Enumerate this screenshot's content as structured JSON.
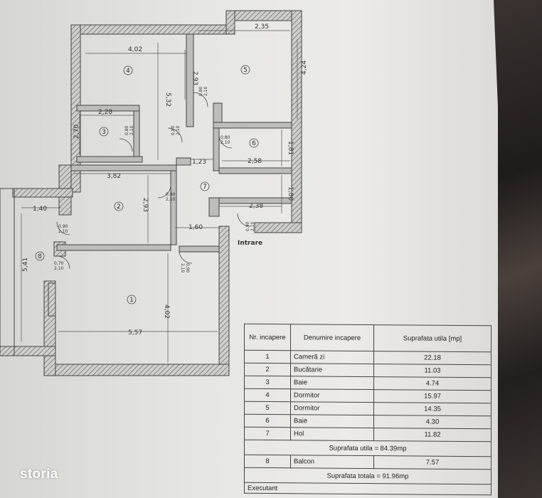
{
  "branding": {
    "watermark": "storia"
  },
  "plan": {
    "dimensions": {
      "d_2_35": "2,35",
      "d_4_02_top": "4,02",
      "d_4_24": "4,24",
      "d_2_93_top": "2,93",
      "d_5_32": "5,32",
      "d_2_28": "2,28",
      "d_2_70": "2,70",
      "d_1_23": "1,23",
      "d_2_58": "2,58",
      "d_1_81": "1,81",
      "d_3_82": "3,82",
      "d_2_93_mid": "2,93",
      "d_1_80": "1,80",
      "d_2_38": "2,38",
      "d_1_40": "1,40",
      "d_1_60": "1,60",
      "d_5_41": "5,41",
      "d_4_02_bottom": "4,02",
      "d_5_57": "5,57"
    },
    "rooms": {
      "r1": "1",
      "r2": "2",
      "r3": "3",
      "r4": "4",
      "r5": "5",
      "r6": "6",
      "r7": "7",
      "r8": "8"
    },
    "doors": {
      "d080": "0,80",
      "d090": "0,90",
      "d070": "0,70",
      "h210": "2,10"
    },
    "entrance": "Intrare"
  },
  "legend": {
    "headers": {
      "no": "Nr. incapere",
      "name": "Denumire incapere",
      "area": "Suprafata utila [mp]"
    },
    "rows": [
      {
        "no": "1",
        "name": "Cameră zi",
        "area": "22.18"
      },
      {
        "no": "2",
        "name": "Bucătarie",
        "area": "11.03"
      },
      {
        "no": "3",
        "name": "Baie",
        "area": "4.74"
      },
      {
        "no": "4",
        "name": "Dormitor",
        "area": "15.97"
      },
      {
        "no": "5",
        "name": "Dormitor",
        "area": "14.35"
      },
      {
        "no": "6",
        "name": "Baie",
        "area": "4.30"
      },
      {
        "no": "7",
        "name": "Hol",
        "area": "11.82"
      }
    ],
    "usable_total": "Suprafata utila = 84.39mp",
    "balcony": {
      "no": "8",
      "name": "Balcon",
      "area": "7.57"
    },
    "grand_total": "Suprafata totala = 91.96mp",
    "executant": "Executant"
  }
}
